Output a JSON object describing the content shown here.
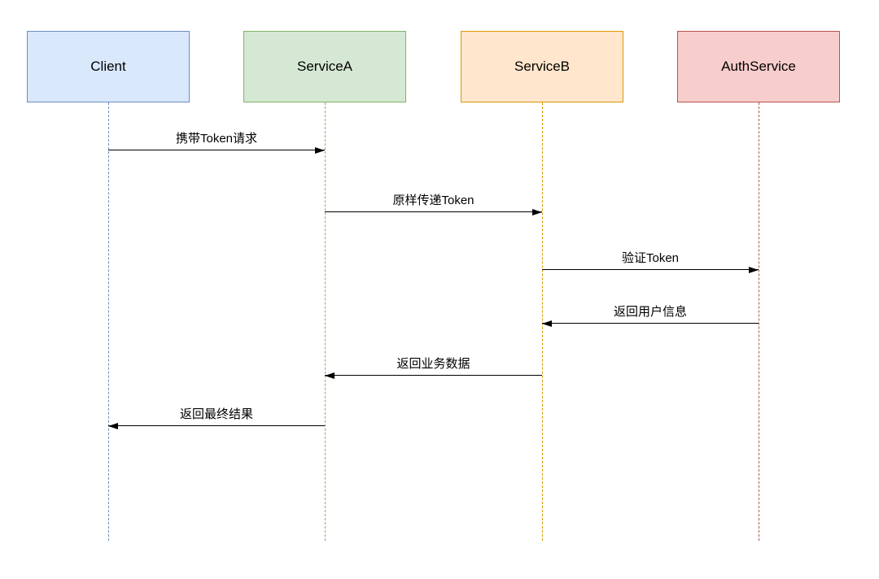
{
  "diagram": {
    "type": "sequence-diagram",
    "background": "#ffffff",
    "arrow_color": "#000000",
    "participants": [
      {
        "id": "client",
        "label": "Client",
        "fill": "#dae8fc",
        "border": "#6c8ebf"
      },
      {
        "id": "servicea",
        "label": "ServiceA",
        "fill": "#d5e8d4",
        "border": "#82b366"
      },
      {
        "id": "serviceb",
        "label": "ServiceB",
        "fill": "#ffe6cc",
        "border": "#d79b00"
      },
      {
        "id": "authservice",
        "label": "AuthService",
        "fill": "#f8cecc",
        "border": "#b85450"
      }
    ],
    "messages": [
      {
        "from": "Client",
        "to": "ServiceA",
        "label": "携带Token请求",
        "direction": "right"
      },
      {
        "from": "ServiceA",
        "to": "ServiceB",
        "label": "原样传递Token",
        "direction": "right"
      },
      {
        "from": "ServiceB",
        "to": "AuthService",
        "label": "验证Token",
        "direction": "right"
      },
      {
        "from": "AuthService",
        "to": "ServiceB",
        "label": "返回用户信息",
        "direction": "left"
      },
      {
        "from": "ServiceB",
        "to": "ServiceA",
        "label": "返回业务数据",
        "direction": "left"
      },
      {
        "from": "ServiceA",
        "to": "Client",
        "label": "返回最终结果",
        "direction": "left"
      }
    ]
  }
}
